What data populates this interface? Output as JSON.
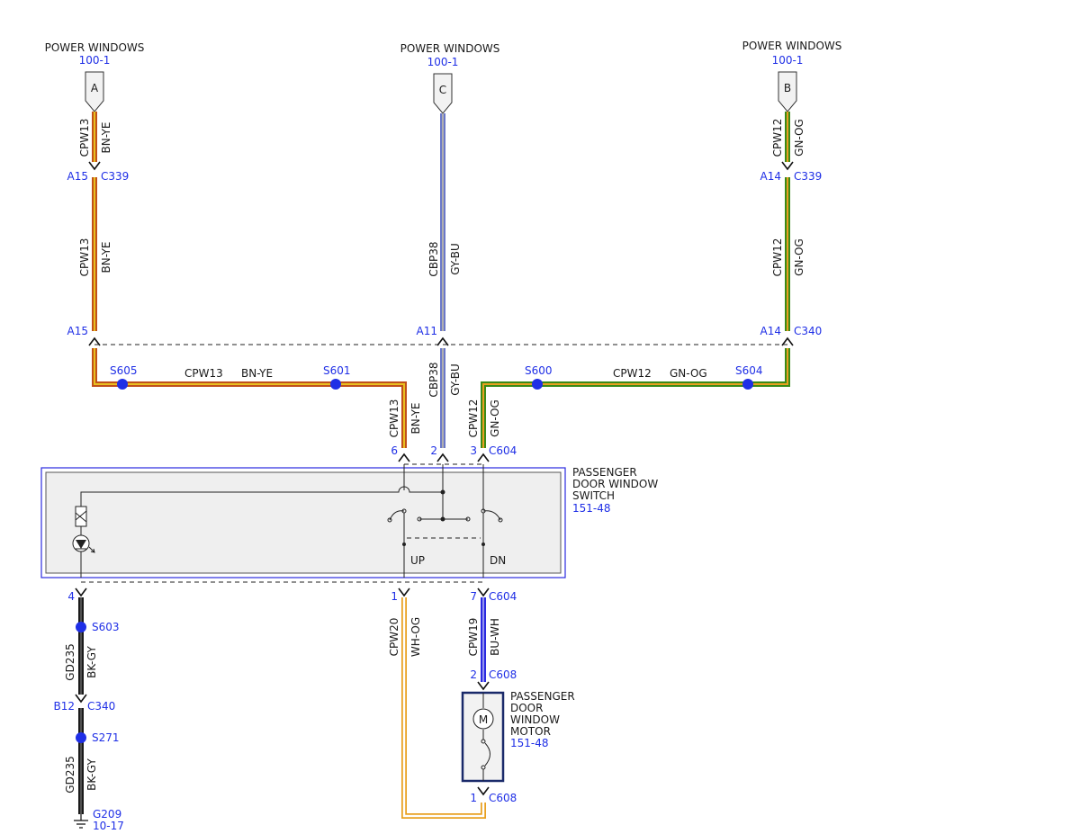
{
  "colors": {
    "bn_ye_outer": "#c0501a",
    "bn_ye_inner": "#e8c020",
    "gy_bu_outer": "#6a78c8",
    "gy_bu_inner": "#b0b0b0",
    "gn_og_outer": "#3a8a18",
    "gn_og_inner": "#e8a020",
    "wh_og_outer": "#e8a020",
    "wh_og_inner": "#ffffff",
    "bu_wh": "#2a2ae0",
    "bk_gy": "#1a1a1a",
    "reference_blue": "#1f2fe6",
    "splice_dot": "#1f2fe6",
    "switch_fill": "#efefef"
  },
  "sources": [
    {
      "title": "POWER WINDOWS",
      "ref": "100-1",
      "connector": "A"
    },
    {
      "title": "POWER WINDOWS",
      "ref": "100-1",
      "connector": "C"
    },
    {
      "title": "POWER WINDOWS",
      "ref": "100-1",
      "connector": "B"
    }
  ],
  "wires": {
    "left_top": {
      "circuit": "CPW13",
      "color": "BN-YE"
    },
    "left_mid": {
      "circuit": "CPW13",
      "color": "BN-YE"
    },
    "center": {
      "circuit": "CBP38",
      "color": "GY-BU"
    },
    "center_low": {
      "circuit": "CBP38",
      "color": "GY-BU"
    },
    "right_top": {
      "circuit": "CPW12",
      "color": "GN-OG"
    },
    "right_mid": {
      "circuit": "CPW12",
      "color": "GN-OG"
    },
    "horiz_left": {
      "circuit": "CPW13",
      "color": "BN-YE"
    },
    "horiz_right": {
      "circuit": "CPW12",
      "color": "GN-OG"
    },
    "drop_left": {
      "circuit": "CPW13",
      "color": "BN-YE"
    },
    "drop_right": {
      "circuit": "CPW12",
      "color": "GN-OG"
    },
    "ground1": {
      "circuit": "GD235",
      "color": "BK-GY"
    },
    "ground2": {
      "circuit": "GD235",
      "color": "BK-GY"
    },
    "up_out": {
      "circuit": "CPW20",
      "color": "WH-OG"
    },
    "dn_out": {
      "circuit": "CPW19",
      "color": "BU-WH"
    }
  },
  "connectors": {
    "a15_top": {
      "pin": "A15",
      "name": "C339"
    },
    "a14_top": {
      "pin": "A14",
      "name": "C339"
    },
    "a15_bot": {
      "pin": "A15"
    },
    "a11": {
      "pin": "A11"
    },
    "a14_bot": {
      "pin": "A14",
      "name": "C340"
    },
    "c604_top": {
      "pin6": "6",
      "pin2": "2",
      "pin3": "3",
      "name": "C604"
    },
    "c604_bot": {
      "pin4": "4",
      "pin1": "1",
      "pin7": "7",
      "name": "C604"
    },
    "b12": {
      "pin": "B12",
      "name": "C340"
    },
    "c608_top": {
      "pin": "2",
      "name": "C608"
    },
    "c608_bot": {
      "pin": "1",
      "name": "C608"
    }
  },
  "splices": {
    "s605": "S605",
    "s601": "S601",
    "s600": "S600",
    "s604": "S604",
    "s603": "S603",
    "s271": "S271"
  },
  "switch": {
    "line1": "PASSENGER",
    "line2": "DOOR WINDOW",
    "line3": "SWITCH",
    "ref": "151-48",
    "up": "UP",
    "dn": "DN"
  },
  "motor": {
    "line1": "PASSENGER",
    "line2": "DOOR",
    "line3": "WINDOW",
    "line4": "MOTOR",
    "ref": "151-48",
    "symbol": "M"
  },
  "ground": {
    "name": "G209",
    "ref": "10-17"
  }
}
